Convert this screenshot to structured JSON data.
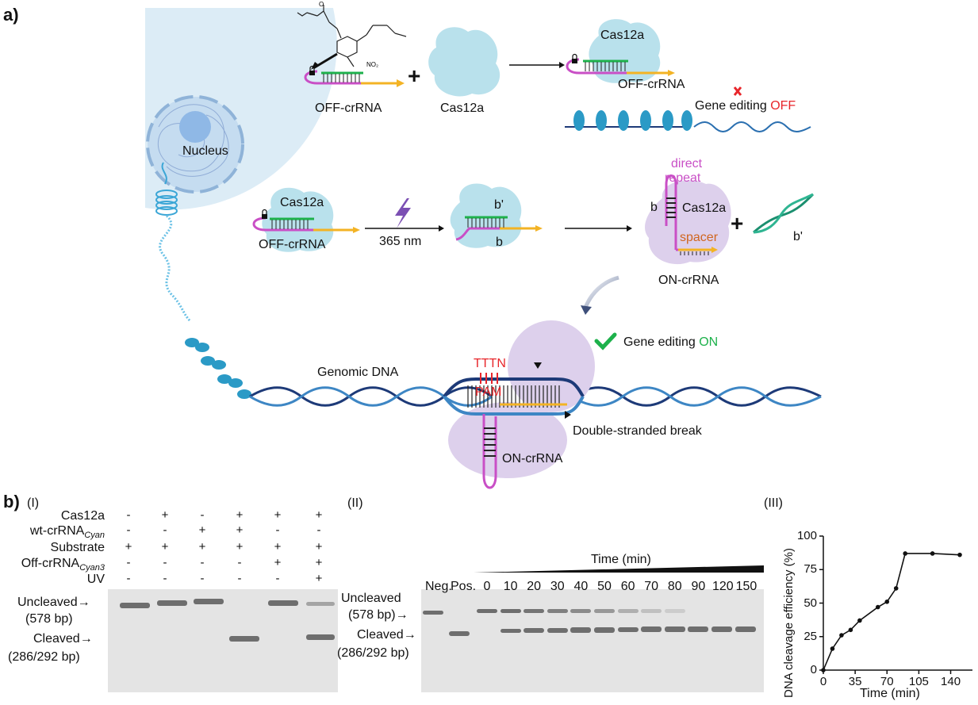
{
  "panel_a": {
    "letter": "a)",
    "nucleus_label": "Nucleus",
    "off_crrna_label_1": "OFF-crRNA",
    "cas12a_label_1": "Cas12a",
    "plus_1": "+",
    "complex_cas12a_label": "Cas12a",
    "complex_off_crrna_label": "OFF-crRNA",
    "gene_editing_off_prefix": "Gene editing",
    "gene_editing_off_word": "OFF",
    "cas12a_label_2": "Cas12a",
    "off_crrna_label_2": "OFF-crRNA",
    "wavelength": "365 nm",
    "b_prime_label": "b'",
    "b_label": "b",
    "direct_repeat_1": "direct",
    "direct_repeat_2": "repeat",
    "b_label_2": "b",
    "cas12a_label_3": "Cas12a",
    "spacer_label": "spacer",
    "plus_2": "+",
    "b_prime_label_2": "b'",
    "on_crrna_label_1": "ON-crRNA",
    "gene_editing_on_prefix": "Gene editing",
    "gene_editing_on_word": "ON",
    "genomic_dna_label": "Genomic DNA",
    "tttn_label": "TTTN",
    "pam_label": "PAM",
    "dsb_label": "Double-stranded break",
    "on_crrna_label_2": "ON-crRNA",
    "colors": {
      "red": "#e8262b",
      "green": "#1db14b",
      "magenta": "#c94fc6",
      "orange": "#d0661f",
      "cas_blue": "#b9e1ec",
      "cas_purple": "#ddd0ec"
    }
  },
  "panel_b": {
    "letter": "b)",
    "gel1": {
      "label": "(I)",
      "rows": [
        {
          "name": "Cas12a",
          "sub": "",
          "signs": [
            "-",
            "+",
            "-",
            "+",
            "+",
            "+"
          ]
        },
        {
          "name": "wt-crRNA",
          "sub": "Cyan",
          "signs": [
            "-",
            "-",
            "+",
            "+",
            "-",
            "-"
          ]
        },
        {
          "name": "Substrate",
          "sub": "",
          "signs": [
            "+",
            "+",
            "+",
            "+",
            "+",
            "+"
          ]
        },
        {
          "name": "Off-crRNA",
          "sub": "Cyan3",
          "signs": [
            "-",
            "-",
            "-",
            "-",
            "+",
            "+"
          ]
        },
        {
          "name": "UV",
          "sub": "",
          "signs": [
            "-",
            "-",
            "-",
            "-",
            "-",
            "+"
          ]
        }
      ],
      "uncleaved": "Uncleaved",
      "uncleaved_bp": "(578 bp)",
      "cleaved": "Cleaved",
      "cleaved_bp": "(286/292 bp)"
    },
    "gel2": {
      "label": "(II)",
      "time_title": "Time (min)",
      "neg": "Neg.",
      "pos": "Pos.",
      "lanes": [
        "0",
        "10",
        "20",
        "30",
        "40",
        "50",
        "60",
        "70",
        "80",
        "90",
        "120",
        "150"
      ],
      "uncleaved": "Uncleaved",
      "uncleaved_bp": "(578 bp)",
      "cleaved": "Cleaved",
      "cleaved_bp": "(286/292 bp)"
    },
    "plot_label": "(III)",
    "chart_data": {
      "type": "line",
      "xlabel": "Time (min)",
      "ylabel": "DNA cleavage efficiency (%)",
      "xlim": [
        0,
        150
      ],
      "ylim": [
        0,
        100
      ],
      "xticks": [
        0,
        35,
        70,
        105,
        140
      ],
      "yticks": [
        0,
        25,
        50,
        75,
        100
      ],
      "x": [
        0,
        10,
        20,
        30,
        40,
        60,
        70,
        80,
        90,
        120,
        150
      ],
      "y": [
        0,
        16,
        26,
        30,
        37,
        47,
        51,
        61,
        87,
        87,
        86
      ],
      "grid": false
    }
  }
}
